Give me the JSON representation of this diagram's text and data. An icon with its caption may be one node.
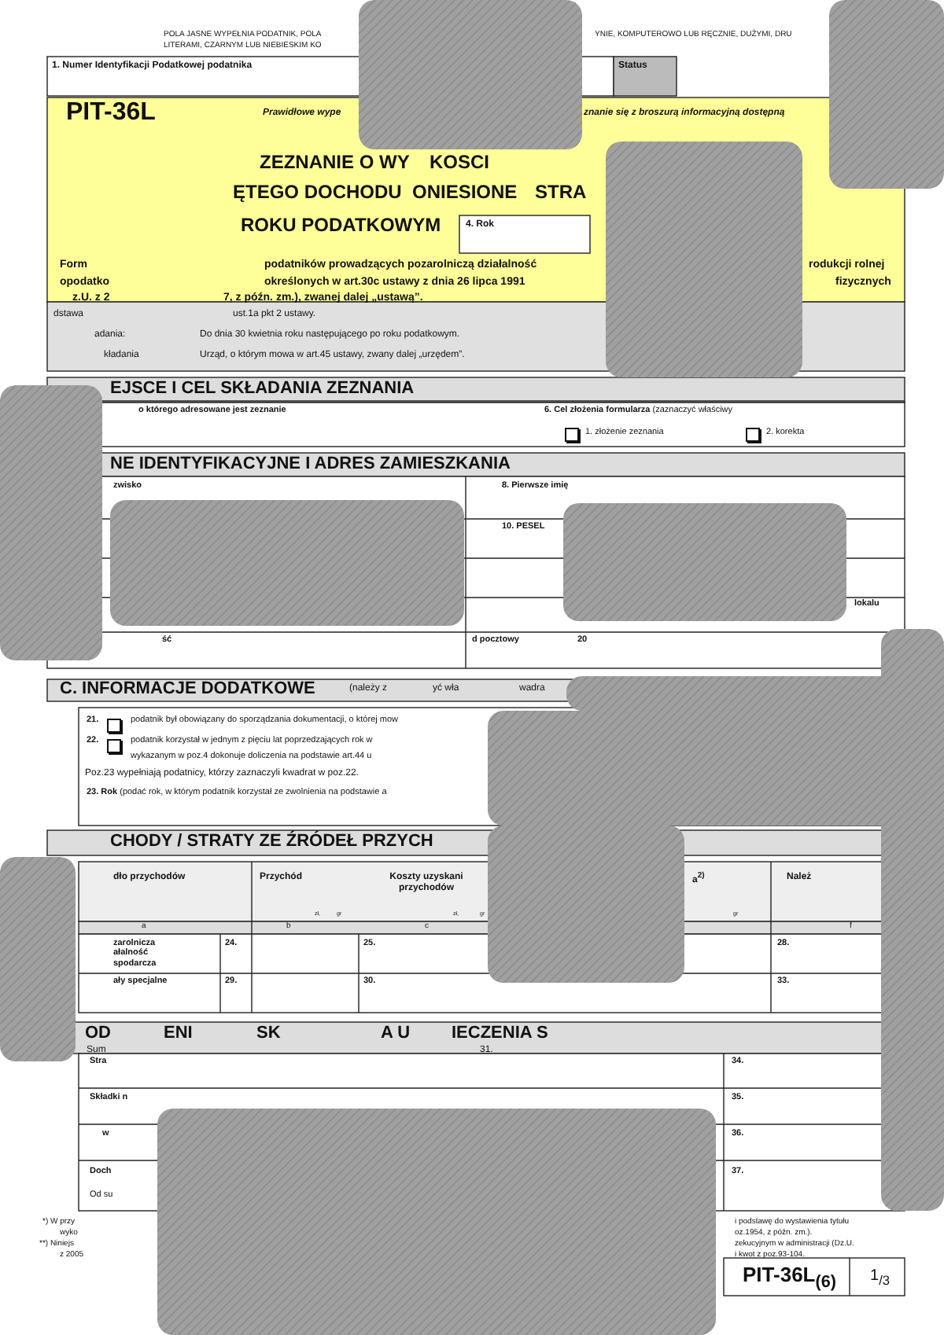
{
  "diagram": {
    "labels": [
      "POLA JASNE WYPEŁNIA PODATNIK, POLA",
      "YNIE, KOMPUTEROWO LUB RĘCZNIE, DUŻYMI, DRU",
      "LITERAMI, CZARNYM LUB NIEBIESKIM KO",
      "1. Numer Identyfikacji Podatkowej podatnika",
      "Status",
      "PIT-36L",
      "Prawidłowe wype",
      "znanie się z broszurą informacyjną dostępną",
      "ZEZNANIE O WY",
      "KOSCI",
      "ĘTEGO DOCHODU",
      "ONIESIONE",
      "STRA",
      "ROKU PODATKOWYM",
      "4. Rok",
      "Form",
      "podatników prowadzących pozarolniczą działalność",
      "rodukcji rolnej",
      "opodatko",
      "określonych w art.30c ustawy z dnia 26 lipca 1991",
      "fizycznych",
      "z.U. z 2",
      "7, z późn. zm.), zwanej dalej „ustawą”.",
      "dstawa",
      "ust.1a pkt 2 ustawy.",
      "adania:",
      "Do dnia 30 kwietnia roku następującego po roku podatkowym.",
      "kładania",
      "Urząd, o którym mowa w art.45 ustawy, zwany dalej „urzędem”.",
      "EJSCE I CEL SKŁADANIA ZEZNANIA",
      "o którego adresowane jest zeznanie",
      "**6. Cel złożenia formularza** (zaznaczyć właściwy",
      "1. złożenie zeznania",
      "2. korekta",
      "NE IDENTYFIKACYJNE I ADRES ZAMIESZKANIA",
      "zwisko",
      "8. Pierwsze imię",
      "10. PESEL",
      "lokalu",
      "ść",
      "d pocztowy",
      "20",
      "C. INFORMACJE DODATKOWE",
      "(należy z",
      "yć wła",
      "wadra",
      "21.",
      "podatnik był obowiązany do sporządzania dokumentacji, o której mow",
      "22.",
      "podatnik korzystał w jednym z pięciu lat poprzedzających rok w",
      "wykazanym w poz.4 dokonuje doliczenia na podstawie art.44 u",
      "Poz.23 wypełniają podatnicy, którzy zaznaczyli kwadrat w poz.22.",
      "**23. Rok** (podać rok, w którym podatnik korzystał ze zwolnienia na podstawie a",
      "CHODY / STRATY ZE ŹRÓDEŁ PRZYCH",
      "dło przychodów",
      "Przychód",
      "Koszty uzyskani przychodów",
      "a$^{2)}$",
      "Należ",
      "zł,",
      "gr",
      "zł,",
      "gr",
      "gr",
      "a",
      "b",
      "c",
      "f",
      "zarolnicza ałalność spodarcza",
      "24.",
      "25.",
      "28.",
      "ały specjalne",
      "29.",
      "30.",
      "33.",
      "OD",
      "ENI",
      "SK",
      "A U",
      "IECZENIA S",
      "Sum",
      "31.",
      "Stra",
      "34.",
      "Składki n",
      "35.",
      "w",
      "36.",
      "Doch",
      "37.",
      "Od su",
      "*) W przy",
      "wyko",
      "**) Niniejs",
      "z 2005",
      "i podstawę do wystawienia tytułu",
      "oz.1954, z późn. zm.).",
      "zekucyjnym w administracji (Dz.U.",
      "i kwot z poz.93-104.",
      "PIT-36L$_{(6)}$",
      "1$_{/3}$"
    ]
  }
}
